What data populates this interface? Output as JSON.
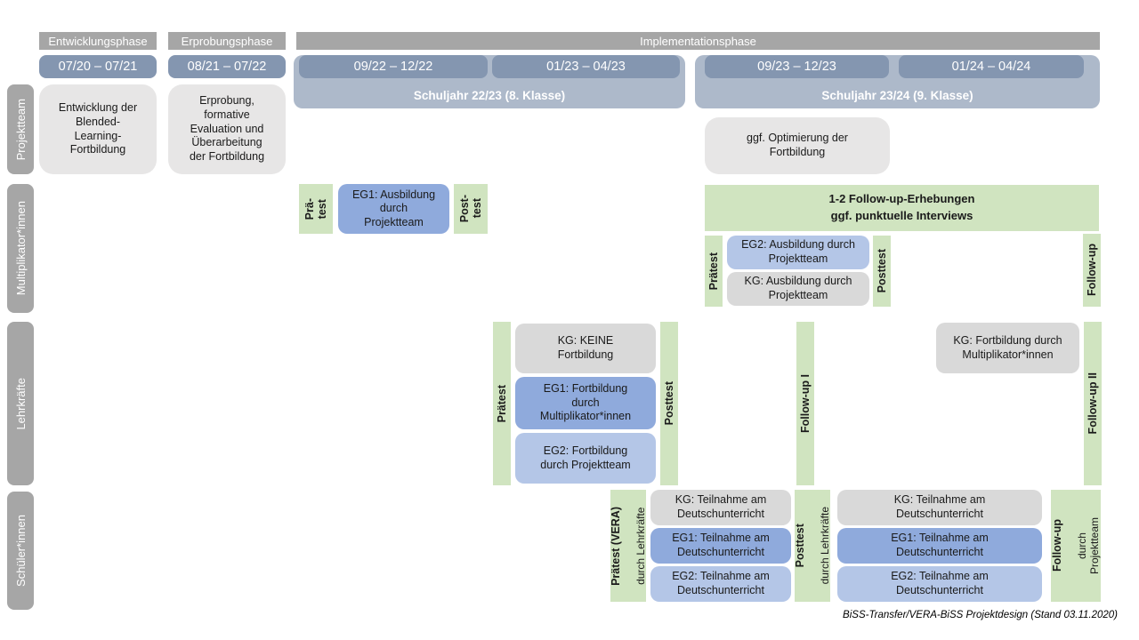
{
  "colors": {
    "phase_bar": "#a6a6a6",
    "row_label": "#a6a6a6",
    "date_bar": "#8496b0",
    "schuljahr_bar": "#adb9ca",
    "box_gray_light": "#e7e6e6",
    "box_gray": "#d9d9d9",
    "box_blue": "#8faadc",
    "box_blue_light": "#b4c6e7",
    "box_green": "#d0e4c0"
  },
  "phases": {
    "entwicklung": "Entwicklungsphase",
    "erprobung": "Erprobungsphase",
    "implementation": "Implementationsphase"
  },
  "timeline": {
    "d1": "07/20 – 07/21",
    "d2": "08/21 – 07/22",
    "d3": "09/22 – 12/22",
    "d4": "01/23 – 04/23",
    "d5": "09/23 – 12/23",
    "d6": "01/24 – 04/24",
    "sj1": "Schuljahr 22/23 (8. Klasse)",
    "sj2": "Schuljahr 23/24 (9. Klasse)"
  },
  "rows": {
    "projektteam": "Projektteam",
    "multiplikatoren": "Multiplikator*innen",
    "lehrkraefte": "Lehrkräfte",
    "schueler": "Schüler*innen"
  },
  "projektteam": {
    "entwicklung": "Entwicklung der\nBlended-\nLearning-\nFortbildung",
    "erprobung": "Erprobung,\nformative\nEvaluation und\nÜberarbeitung\nder Fortbildung",
    "optimierung": "ggf. Optimierung der\nFortbildung"
  },
  "mult": {
    "praetest1": "Prä-\ntest",
    "eg1": "EG1: Ausbildung\ndurch\nProjektteam",
    "posttest1": "Post-\ntest",
    "followup_erhebungen": "1-2 Follow-up-Erhebungen\nggf. punktuelle Interviews",
    "praetest2": "Prätest",
    "eg2": "EG2: Ausbildung durch\nProjektteam",
    "kg": "KG: Ausbildung durch\nProjektteam",
    "posttest2": "Posttest",
    "followup": "Follow-up"
  },
  "lehr": {
    "praetest": "Prätest",
    "kg": "KG: KEINE\nFortbildung",
    "eg1": "EG1: Fortbildung\ndurch\nMultiplikator*innen",
    "eg2": "EG2: Fortbildung\ndurch Projektteam",
    "posttest": "Posttest",
    "followup1": "Follow-up I",
    "kg2": "KG: Fortbildung durch\nMultiplikator*innen",
    "followup2": "Follow-up II"
  },
  "schueler": {
    "praetest_title": "Prätest (VERA)",
    "praetest_sub": "durch Lehrkräfte",
    "kg1": "KG: Teilnahme am\nDeutschunterricht",
    "eg1a": "EG1: Teilnahme am\nDeutschunterricht",
    "eg2a": "EG2: Teilnahme am\nDeutschunterricht",
    "posttest_title": "Posttest",
    "posttest_sub": "durch Lehrkräfte",
    "kg2": "KG: Teilnahme am\nDeutschunterricht",
    "eg1b": "EG1: Teilnahme am\nDeutschunterricht",
    "eg2b": "EG2: Teilnahme am\nDeutschunterricht",
    "followup_title": "Follow-up",
    "followup_sub": "durch\nProjektteam"
  },
  "footer": "BiSS-Transfer/VERA-BiSS Projektdesign (Stand 03.11.2020)"
}
